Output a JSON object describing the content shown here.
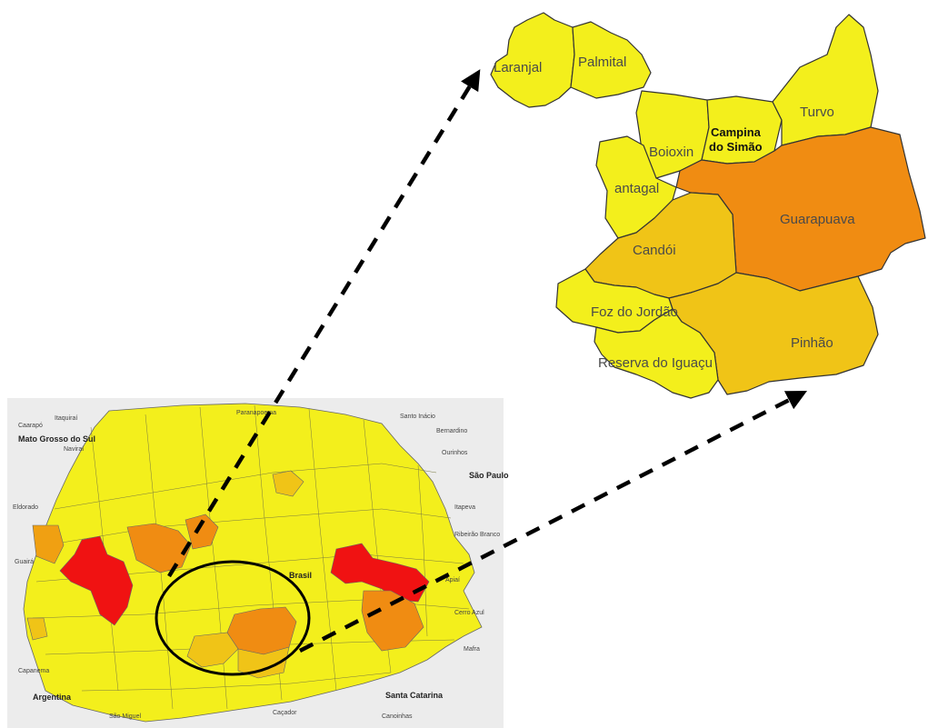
{
  "colors": {
    "yellow": "#f3ef1c",
    "light_orange": "#f0c417",
    "orange": "#f08c12",
    "red": "#f01212",
    "border": "#333333",
    "background_gray": "#e8e8e8"
  },
  "zoom_map": {
    "municipalities": [
      {
        "name": "Laranjal",
        "level": "yellow"
      },
      {
        "name": "Palmital",
        "level": "yellow"
      },
      {
        "name": "Turvo",
        "level": "yellow"
      },
      {
        "name": "Campina",
        "level": "yellow"
      },
      {
        "name": "do Simão",
        "level": "yellow"
      },
      {
        "name": "Boioxin",
        "level": "yellow"
      },
      {
        "name": "antagal",
        "level": "yellow"
      },
      {
        "name": "Guarapuava",
        "level": "orange"
      },
      {
        "name": "Candói",
        "level": "light_orange"
      },
      {
        "name": "Foz do Jordão",
        "level": "yellow"
      },
      {
        "name": "Pinhão",
        "level": "light_orange"
      },
      {
        "name": "Reserva do Iguaçu",
        "level": "yellow"
      }
    ]
  },
  "state_map": {
    "labels": {
      "mato_grosso": "Mato Grosso do Sul",
      "sao_paulo": "São Paulo",
      "argentina": "Argentina",
      "santa_catarina": "Santa Catarina",
      "brasil": "Brasil"
    }
  }
}
